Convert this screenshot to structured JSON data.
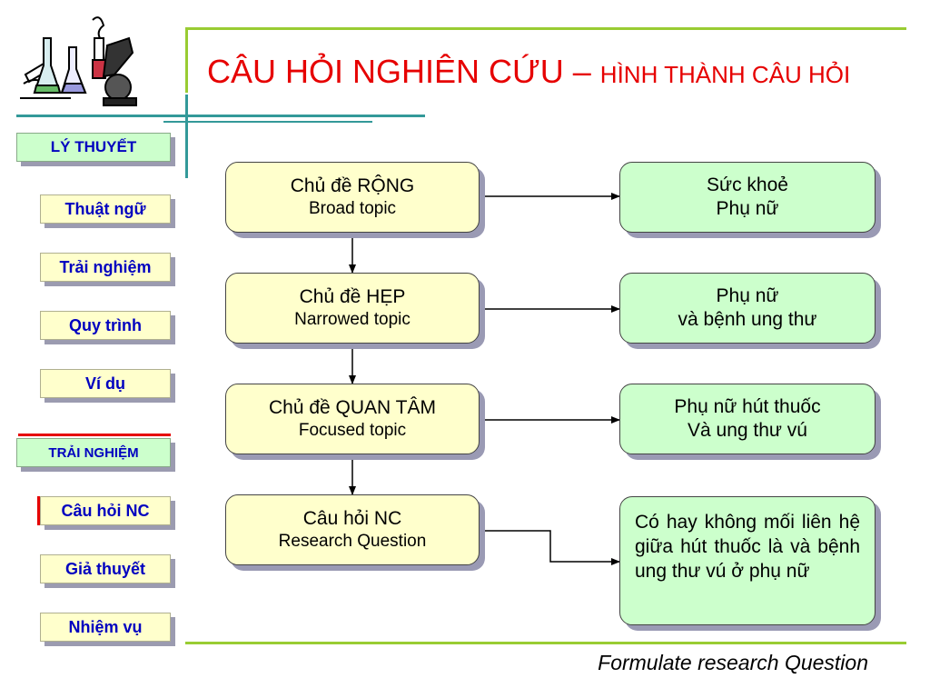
{
  "title": {
    "main": "CÂU HỎI NGHIÊN CỨU",
    "separator": " – ",
    "sub": "HÌNH THÀNH CÂU HỎI"
  },
  "sidebar": {
    "section1": "LÝ THUYẾT",
    "items1": [
      "Thuật ngữ",
      "Trải nghiệm",
      "Quy trình",
      "Ví dụ"
    ],
    "section2": "TRẢI NGHIỆM",
    "items2": [
      "Câu hỏi NC",
      "Giả thuyết",
      "Nhiệm vụ"
    ]
  },
  "flow": {
    "left": [
      {
        "line1": "Chủ đề RỘNG",
        "line2": "Broad topic"
      },
      {
        "line1": "Chủ đề HẸP",
        "line2": "Narrowed topic"
      },
      {
        "line1": "Chủ đề QUAN TÂM",
        "line2": "Focused topic"
      },
      {
        "line1": "Câu hỏi NC",
        "line2": "Research Question"
      }
    ],
    "right": [
      {
        "line1": "Sức khoẻ",
        "line2": "Phụ nữ"
      },
      {
        "line1": "Phụ nữ",
        "line2": "và bệnh ung thư"
      },
      {
        "line1": "Phụ nữ hút thuốc",
        "line2": "Và ung thư vú"
      },
      {
        "text": "Có hay không mối liên hệ giữa hút thuốc là và bệnh ung thư vú ở phụ nữ"
      }
    ]
  },
  "footer": "Formulate research Question",
  "colors": {
    "title": "#e60000",
    "accent_green": "#99cc33",
    "accent_teal": "#339999",
    "yellow_box": "#ffffcc",
    "green_box": "#ccffcc",
    "sidebar_text": "#0000c0",
    "active_marker": "#e60000"
  }
}
